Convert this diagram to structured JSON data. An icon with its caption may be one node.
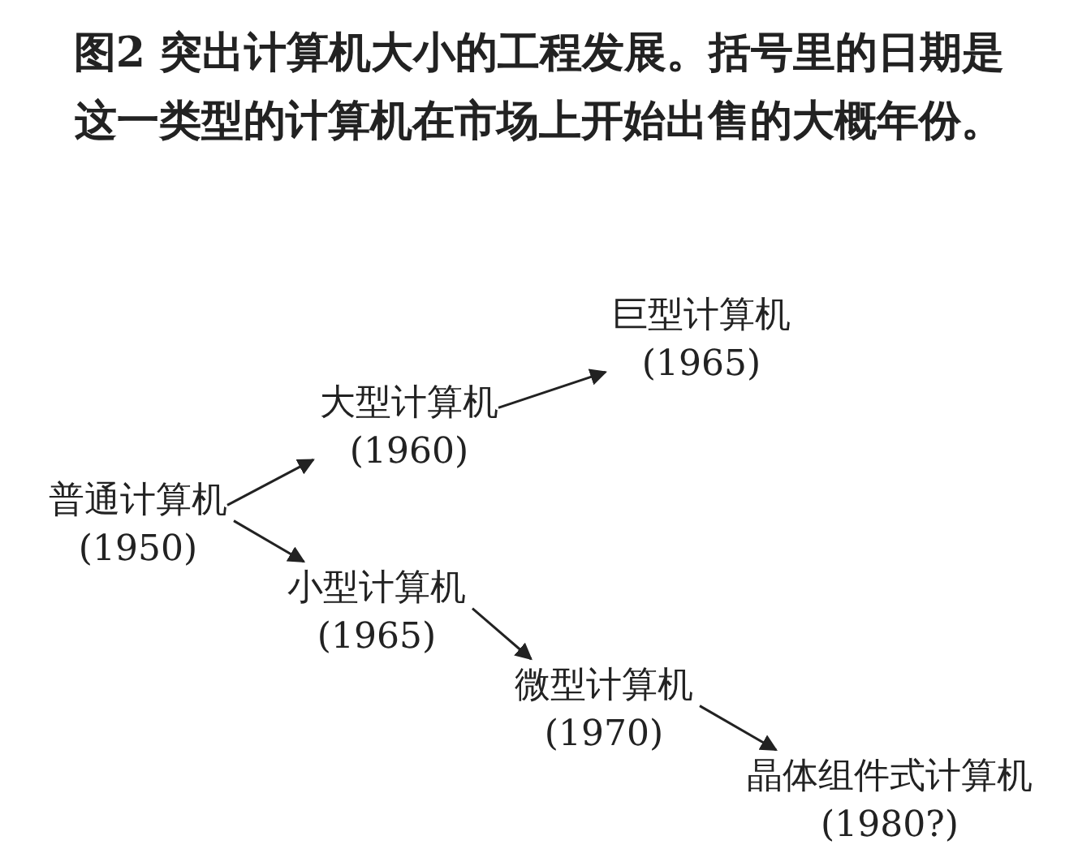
{
  "diagram": {
    "caption": "图2 突出计算机大小的工程发展。括号里的日期是这一类型的计算机在市场上开始出售的大概年份。",
    "nodes": [
      {
        "text": [
          "普通计算机",
          "(1950)"
        ]
      },
      {
        "text": [
          "大型计算机",
          "(1960)"
        ]
      },
      {
        "text": [
          "巨型计算机",
          "(1965)"
        ]
      },
      {
        "text": [
          "小型计算机",
          "(1965)"
        ]
      },
      {
        "text": [
          "微型计算机",
          "(1970)"
        ]
      },
      {
        "text": [
          "晶体组件式计算机",
          "(1980?)"
        ]
      }
    ],
    "edges": [
      {
        "from": 0,
        "to": 1,
        "arrow": "to"
      },
      {
        "from": 1,
        "to": 2,
        "arrow": "to"
      },
      {
        "from": 0,
        "to": 3,
        "arrow": "to"
      },
      {
        "from": 3,
        "to": 4,
        "arrow": "to"
      },
      {
        "from": 4,
        "to": 5,
        "arrow": "to"
      }
    ]
  }
}
